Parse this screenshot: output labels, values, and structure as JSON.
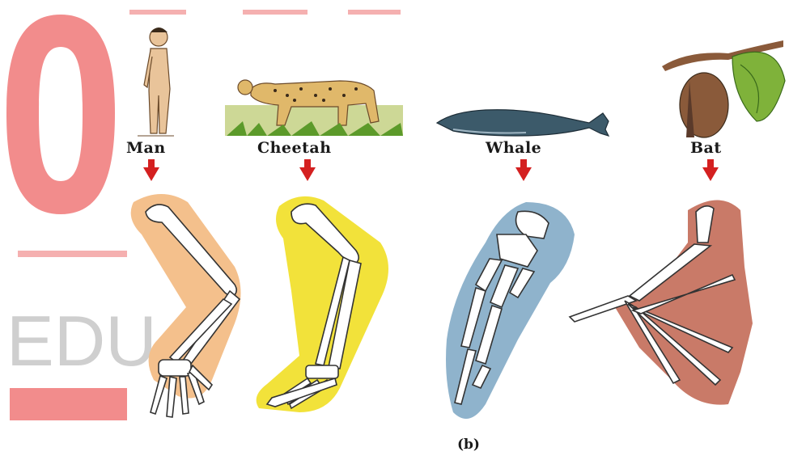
{
  "labels": {
    "man": "Man",
    "cheetah": "Cheetah",
    "whale": "Whale",
    "bat": "Bat"
  },
  "caption": "(b)",
  "colors": {
    "watermark": "#f28c8c",
    "watermark_text": "#c8c8c8",
    "arrow": "#d42020",
    "man_limb_bg": "#f4c08c",
    "cheetah_limb_bg": "#f2e23a",
    "whale_limb_bg": "#8fb3cc",
    "bat_limb_bg": "#c97a68",
    "bone": "#ffffff",
    "bone_outline": "#333333"
  },
  "watermark": {
    "text": "EDU",
    "shape": "zero-logo"
  }
}
